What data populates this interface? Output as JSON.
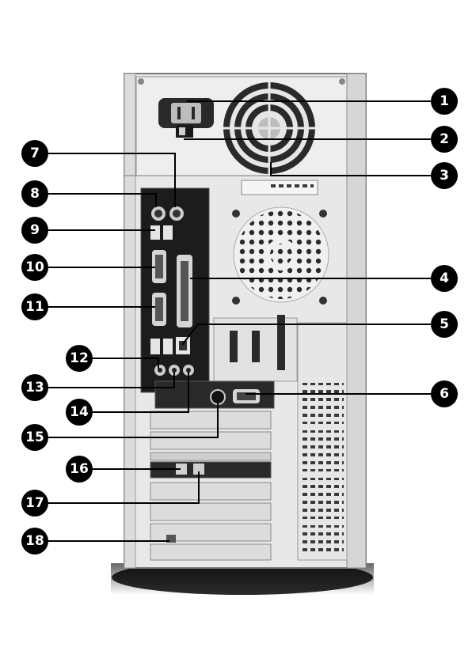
{
  "callouts": [
    {
      "label": "1"
    },
    {
      "label": "2"
    },
    {
      "label": "3"
    },
    {
      "label": "4"
    },
    {
      "label": "5"
    },
    {
      "label": "6"
    },
    {
      "label": "7"
    },
    {
      "label": "8"
    },
    {
      "label": "9"
    },
    {
      "label": "10"
    },
    {
      "label": "11"
    },
    {
      "label": "12"
    },
    {
      "label": "13"
    },
    {
      "label": "14"
    },
    {
      "label": "15"
    },
    {
      "label": "16"
    },
    {
      "label": "17"
    },
    {
      "label": "18"
    }
  ],
  "colors": {
    "callout_fill": "#000000",
    "callout_text": "#ffffff",
    "case": "#e9e9e9",
    "case_edge": "#8a8a8a",
    "panel": "#1c1c1c"
  }
}
